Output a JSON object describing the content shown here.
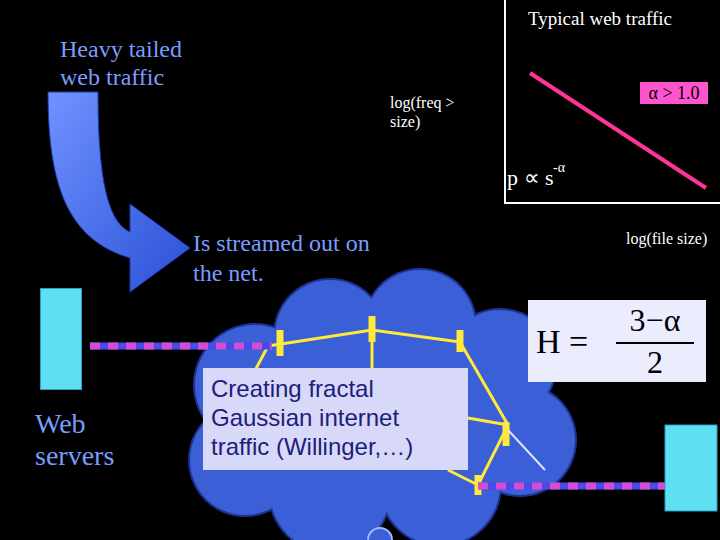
{
  "diagram": {
    "nodes": [
      {
        "text": [
          "α > 1.0"
        ]
      },
      {
        "text": [
          "Web servers"
        ]
      },
      {
        "text": [
          "H =",
          "3−α",
          "2"
        ]
      },
      {
        "text": [
          "Creating fractal Gaussian internet traffic (Willinger,…)"
        ]
      }
    ],
    "labels": [
      "Heavy tailed web traffic",
      "Typical web traffic",
      "log(freq > size)",
      "p ∝ s",
      "-α",
      "log(file size)",
      "Is streamed out on the net."
    ]
  }
}
